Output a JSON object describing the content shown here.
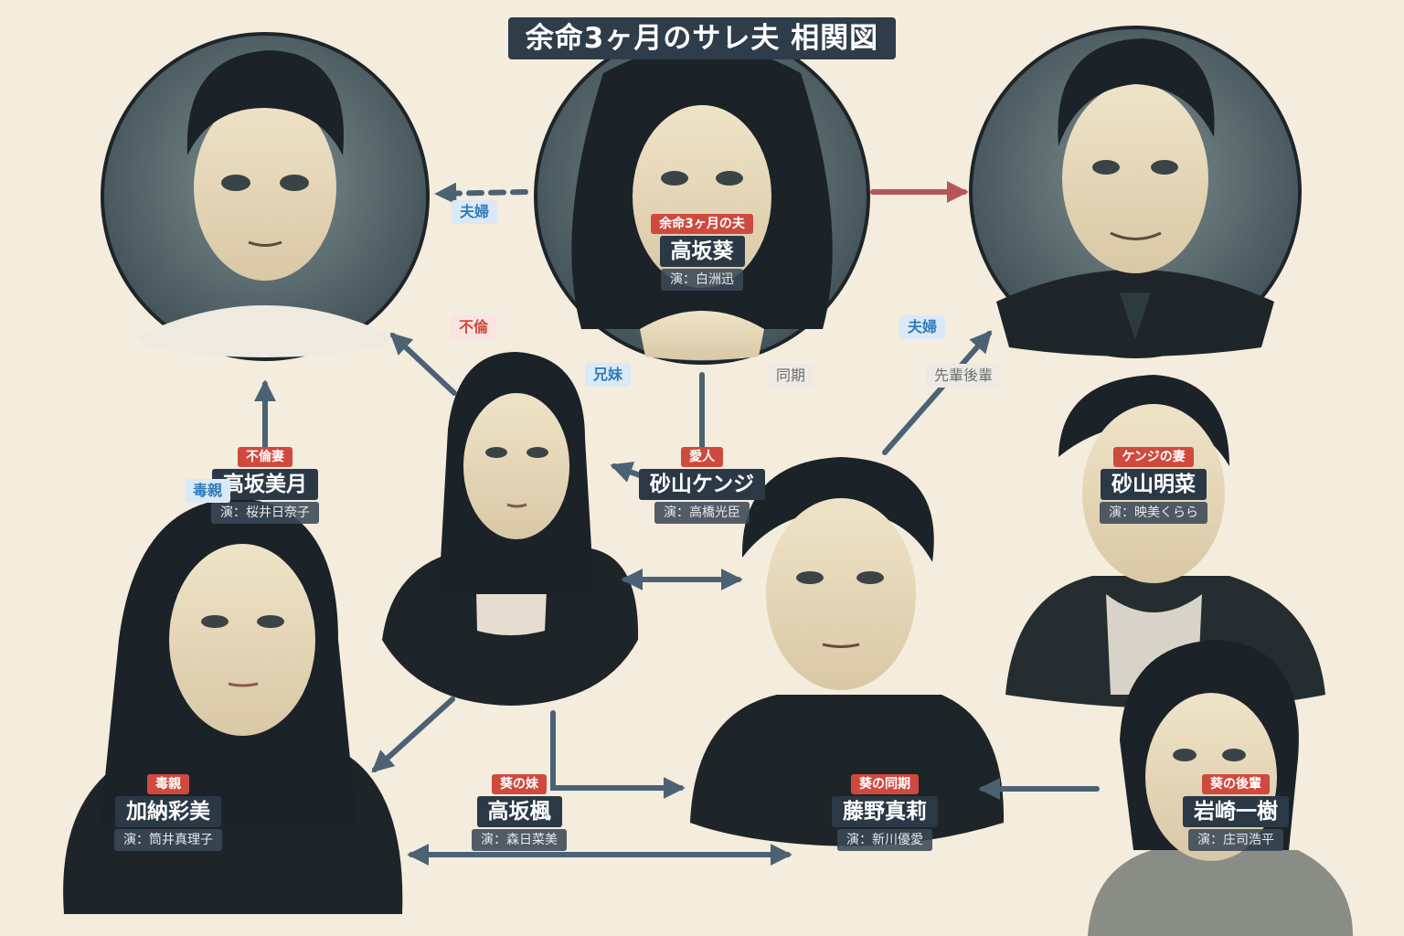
{
  "title": "余命3ヶ月のサレ夫 相関図",
  "people": {
    "aoi": {
      "role": "余命3ヶ月の夫",
      "name": "高坂葵",
      "actor": "演：白洲迅"
    },
    "mizuki": {
      "role": "不倫妻",
      "name": "高坂美月",
      "actor": "演：桜井日奈子"
    },
    "kenji": {
      "role": "愛人",
      "name": "砂山ケンジ",
      "actor": "演：高橋光臣"
    },
    "akina": {
      "role": "ケンジの妻",
      "name": "砂山明菜",
      "actor": "演：映美くらら"
    },
    "ayami": {
      "role": "毒親",
      "name": "加納彩美",
      "actor": "演：筒井真理子"
    },
    "kaede": {
      "role": "葵の妹",
      "name": "高坂楓",
      "actor": "演：森日菜美"
    },
    "mari": {
      "role": "葵の同期",
      "name": "藤野真莉",
      "actor": "演：新川優愛"
    },
    "itsuki": {
      "role": "葵の後輩",
      "name": "岩崎一樹",
      "actor": "演：庄司浩平"
    }
  },
  "relations": {
    "fuufu_left": "夫婦",
    "furin": "不倫",
    "kyoudai": "兄妹",
    "douki": "同期",
    "fuufu_right": "夫婦",
    "senpai": "先輩後輩",
    "dokuoya": "毒親"
  },
  "colors": {
    "background": "#f4ecdc",
    "arrow": "#4b6275",
    "arrow_red": "#b5575a",
    "role_badge": "#cf4a3e",
    "name_plate": "#2b3845",
    "portrait_dark": "#3f4f55"
  }
}
